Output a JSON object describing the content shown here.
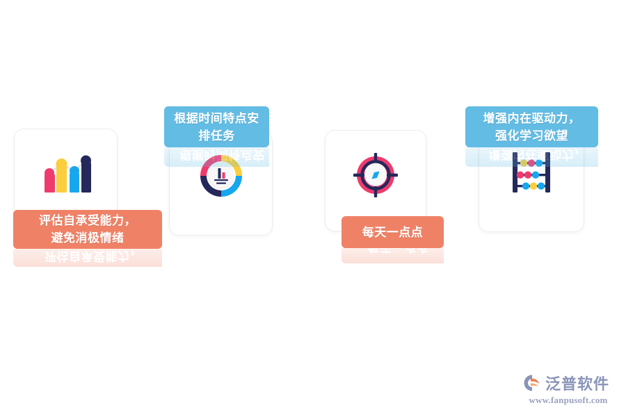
{
  "page": {
    "background": "#ffffff",
    "accent_blue": "#63bce4",
    "accent_orange": "#ef8266"
  },
  "cards": [
    {
      "id": "card-1",
      "icon_name": "bar-chart-icon",
      "badge": {
        "text_line1": "评估自承受能力，",
        "text_line2": "避免消极情绪",
        "color": "#ef8266",
        "style": "orange",
        "position": "bottom"
      }
    },
    {
      "id": "card-2",
      "icon_name": "donut-chart-icon",
      "badge": {
        "text_line1": "根据时间特点安",
        "text_line2": "排任务",
        "color": "#63bce4",
        "style": "blue",
        "position": "top"
      }
    },
    {
      "id": "card-3",
      "icon_name": "target-compass-icon",
      "badge": {
        "text_line1": "每天一点点",
        "text_line2": "",
        "color": "#ef8266",
        "style": "orange",
        "position": "bottom"
      }
    },
    {
      "id": "card-4",
      "icon_name": "abacus-icon",
      "badge": {
        "text_line1": "增强内在驱动力，",
        "text_line2": "强化学习欲望",
        "color": "#63bce4",
        "style": "blue",
        "position": "top"
      }
    }
  ],
  "logo": {
    "mark_name": "fanpu-logo-mark",
    "name": "泛普软件",
    "url": "www.fanpusoft.com",
    "name_color": "#8a94b8",
    "url_color": "#9aa2c0"
  }
}
